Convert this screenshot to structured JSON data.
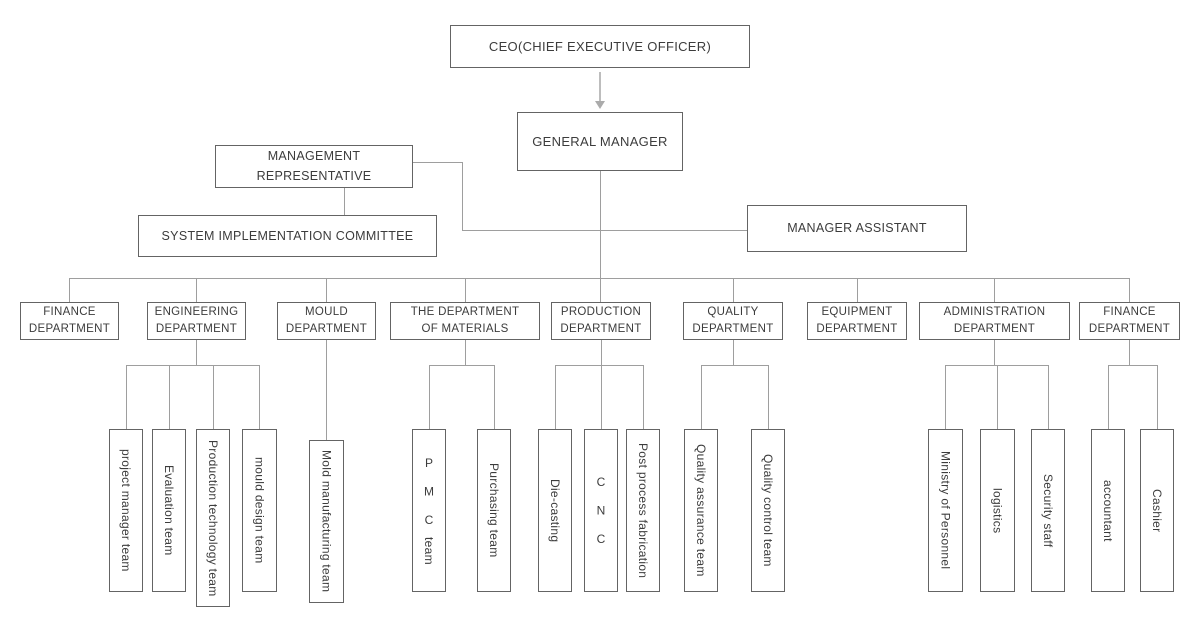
{
  "diagram": {
    "type": "org-chart",
    "background": "#ffffff",
    "colors": {
      "box_border": "#646464",
      "box_text": "#3c3c3c",
      "connector_line": "#9e9e9e",
      "arrow": "#bdbdbd"
    },
    "nodes": {
      "ceo": {
        "label": "CEO(CHIEF EXECUTIVE OFFICER)"
      },
      "general_manager": {
        "label": "GENERAL MANAGER"
      },
      "management_representative": {
        "line1": "MANAGEMENT",
        "line2": "REPRESENTATIVE"
      },
      "system_implementation_committee": {
        "label": "SYSTEM IMPLEMENTATION COMMITTEE"
      },
      "manager_assistant": {
        "label": "MANAGER ASSISTANT"
      }
    },
    "departments": [
      {
        "line1": "FINANCE",
        "line2": "DEPARTMENT"
      },
      {
        "line1": "ENGINEERING",
        "line2": "DEPARTMENT"
      },
      {
        "line1": "MOULD",
        "line2": "DEPARTMENT"
      },
      {
        "line1": "THE DEPARTMENT",
        "line2": "OF MATERIALS"
      },
      {
        "line1": "PRODUCTION",
        "line2": "DEPARTMENT"
      },
      {
        "line1": "QUALITY",
        "line2": "DEPARTMENT"
      },
      {
        "line1": "EQUIPMENT",
        "line2": "DEPARTMENT"
      },
      {
        "line1": "ADMINISTRATION",
        "line2": "DEPARTMENT"
      },
      {
        "line1": "FINANCE",
        "line2": "DEPARTMENT"
      }
    ],
    "teams": {
      "project_manager": "project manager team",
      "evaluation": "Evaluation team",
      "production_technology": "Production technology team",
      "mould_design": "mould design team",
      "mold_manufacturing": "Mold manufacturing team",
      "pmc_initials": "P M C",
      "pmc_suffix": "team",
      "purchasing": "Purchasing team",
      "die_casting": "Die-casting",
      "cnc_initials": "C N C",
      "post_process": "Post process fabrication",
      "quality_assurance": "Quality assurance team",
      "quality_control": "Quality control team",
      "ministry_of_personnel": "Ministry of Personnel",
      "logistics": "logistics",
      "security_staff": "Security staff",
      "accountant": "accountant",
      "cashier": "Cashier"
    }
  }
}
